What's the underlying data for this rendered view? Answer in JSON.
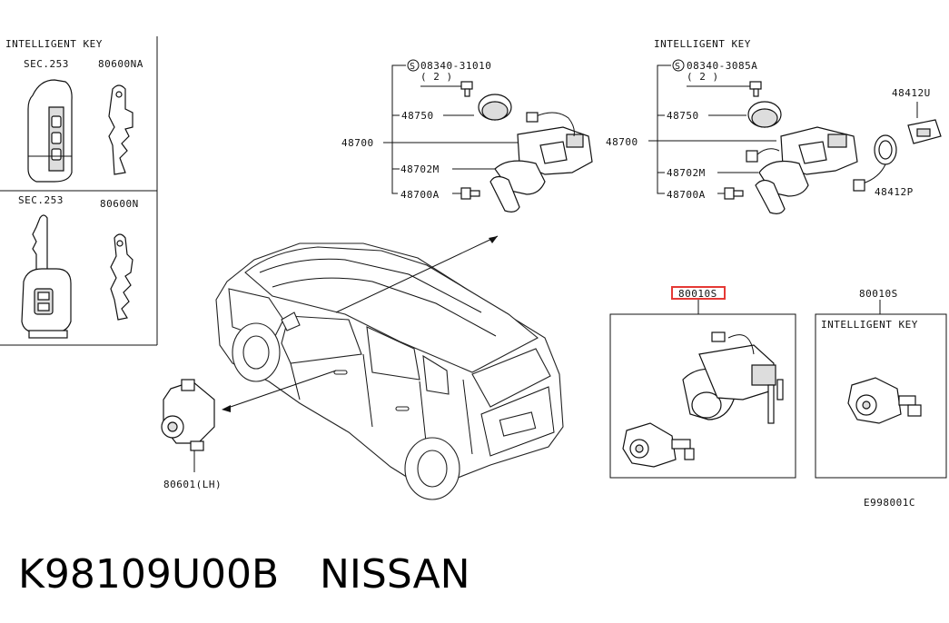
{
  "labels": {
    "ikey_left": "INTELLIGENT KEY",
    "sec253_a": "SEC.253",
    "p80600NA": "80600NA",
    "sec253_b": "SEC.253",
    "p80600N": "80600N",
    "ikey_right": "INTELLIGENT KEY",
    "ikey_box": "INTELLIGENT KEY",
    "s_code_mid": "08340-31010",
    "s_code_mid_qty": "( 2 )",
    "s_code_right": "08340-3085A",
    "s_code_right_qty": "( 2 )",
    "p48750_mid": "48750",
    "p48700_mid": "48700",
    "p48702M_mid": "48702M",
    "p48700A_mid": "48700A",
    "p48750_right": "48750",
    "p48700_right": "48700",
    "p48702M_right": "48702M",
    "p48700A_right": "48700A",
    "p48412U": "48412U",
    "p48412P": "48412P",
    "p80010S_hl": "80010S",
    "p80010S": "80010S",
    "p80601LH": "80601(LH)",
    "diagram_code": "E998001C",
    "s_symbol": "S"
  },
  "caption": {
    "part_number": "K98109U00B",
    "brand": "NISSAN"
  },
  "colors": {
    "highlight": "#e53935",
    "ink": "#111111"
  }
}
